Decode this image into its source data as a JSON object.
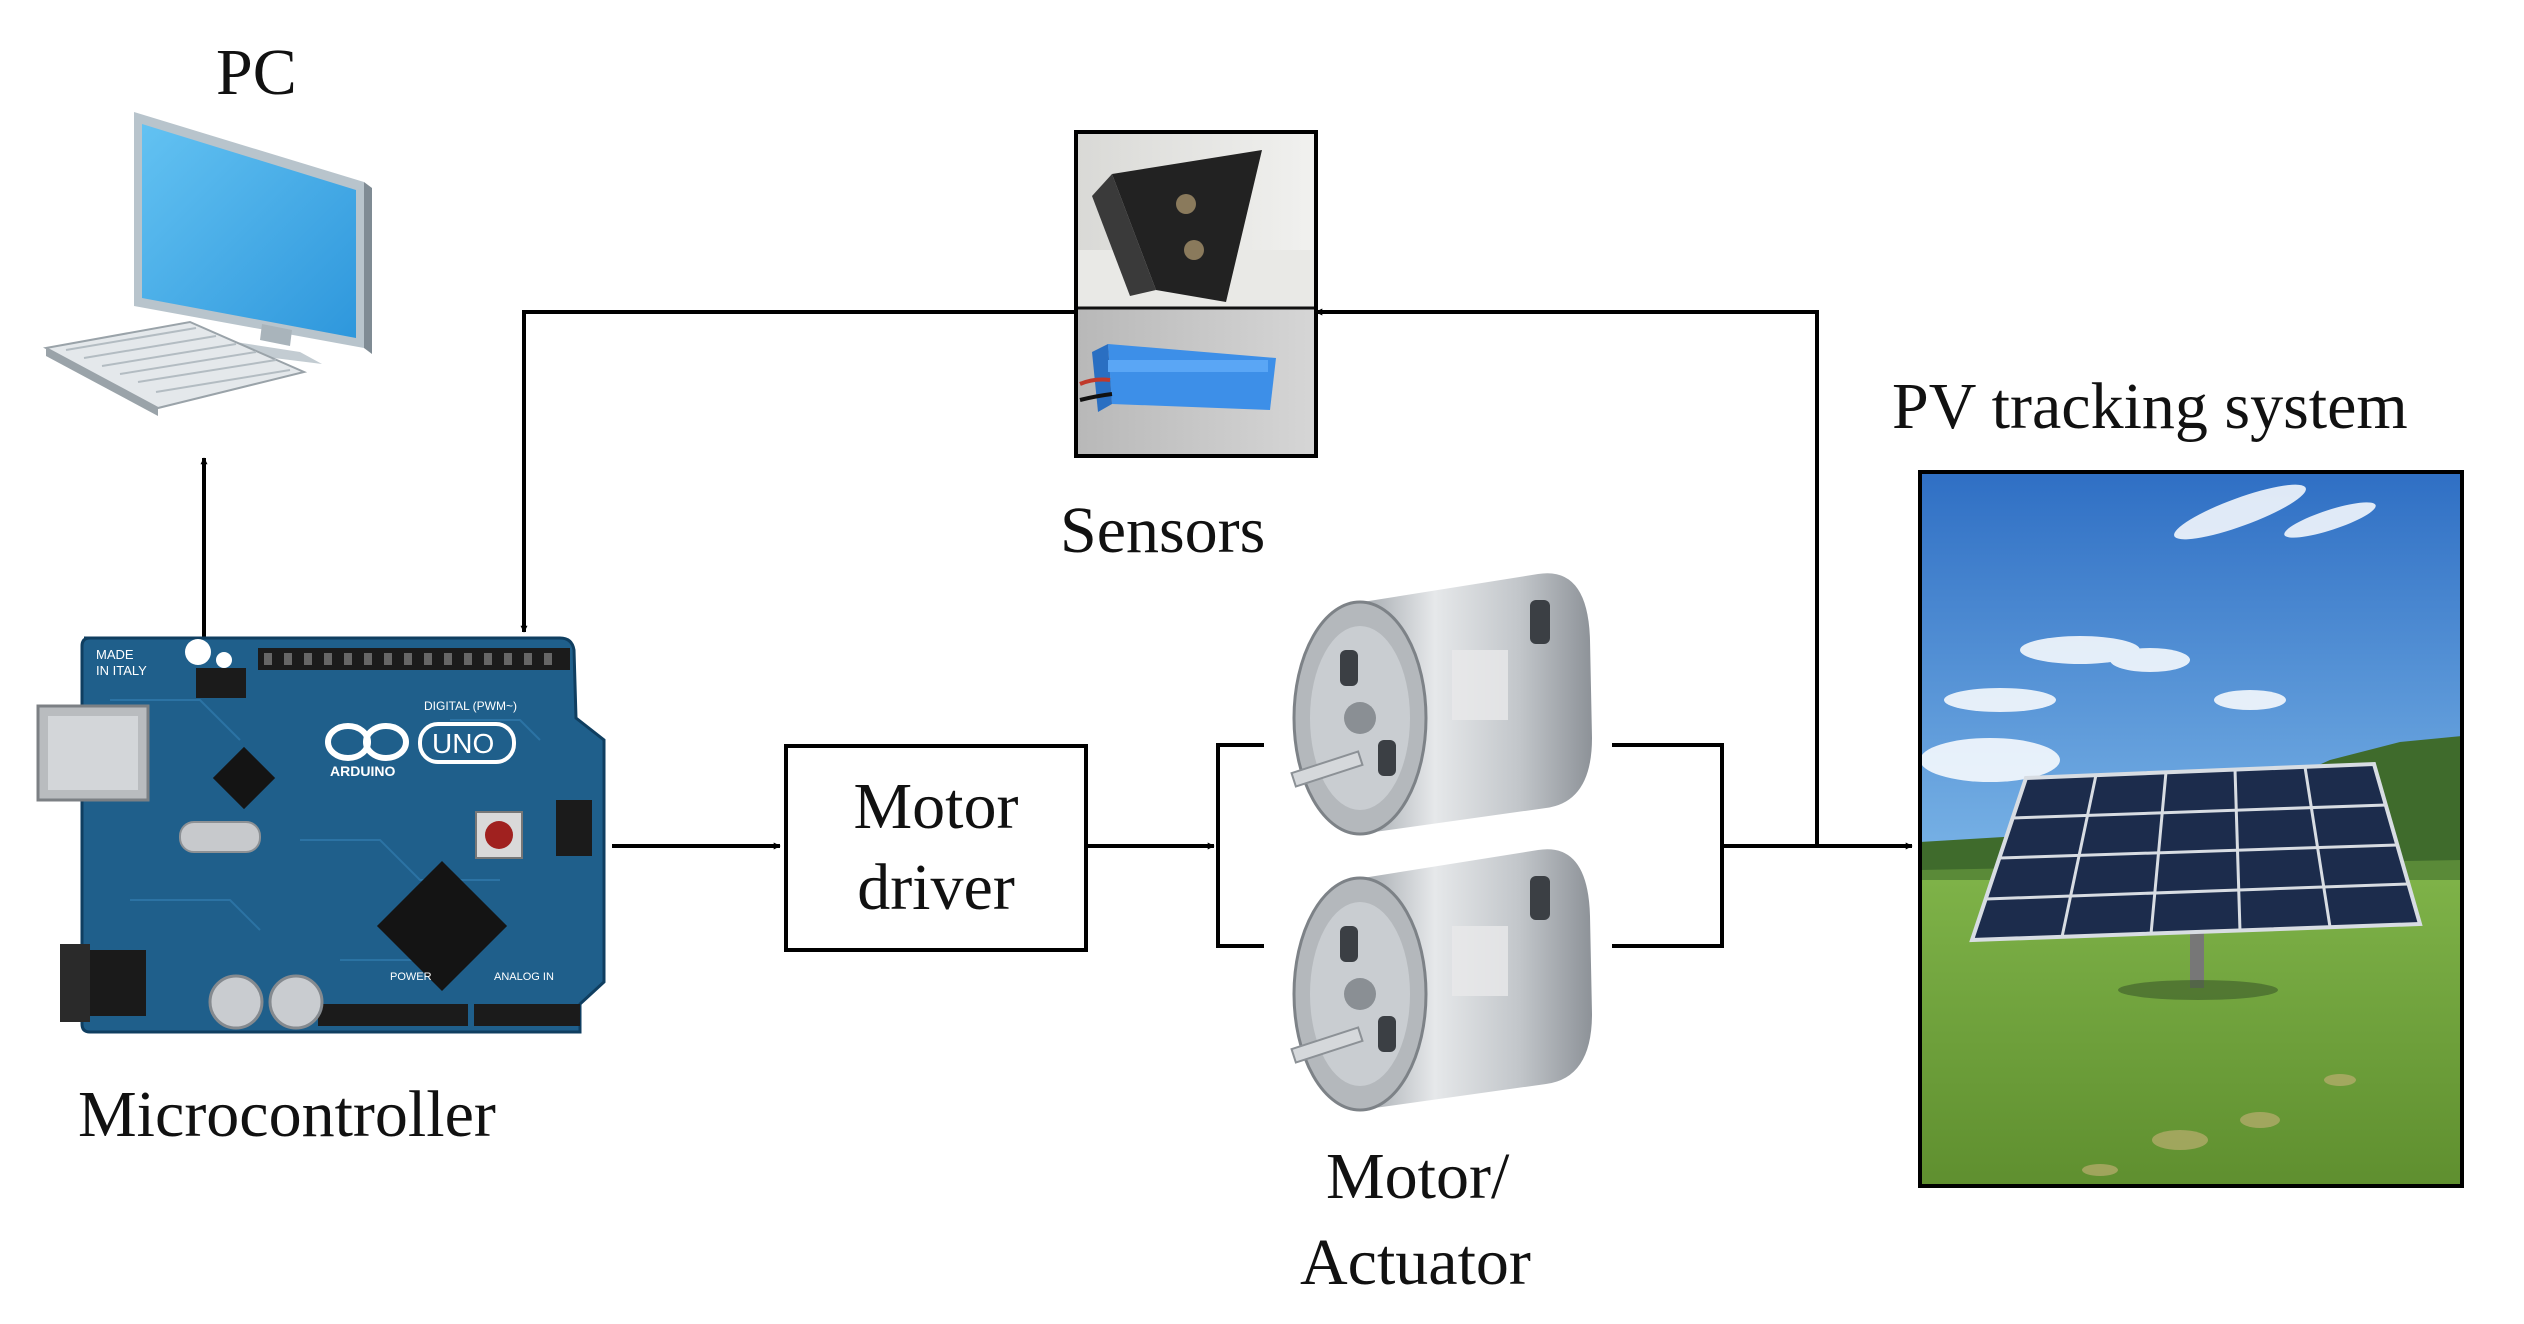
{
  "labels": {
    "pc": "PC",
    "sensors": "Sensors",
    "pv_tracking": "PV tracking system",
    "microcontroller": "Microcontroller",
    "motor_actuator_line1": "Motor/",
    "motor_actuator_line2": "Actuator"
  },
  "motor_driver": {
    "line1": "Motor",
    "line2": "driver"
  },
  "board": {
    "brand": "ARDUINO",
    "model": "UNO",
    "made_in_line1": "MADE",
    "made_in_line2": "IN ITALY",
    "digital_label": "DIGITAL (PWM~)",
    "analog_label": "ANALOG IN",
    "power_label": "POWER"
  },
  "colors": {
    "line": "#000000",
    "board": "#1f5f8b",
    "screen": "#4fb4ec",
    "sky": "#4a8fd8",
    "grass": "#6aa13a",
    "panel": "#1c2c4c",
    "motor_can": "#c9ccd0"
  },
  "icons": {
    "pc": "desktop-computer-icon",
    "board": "arduino-board-icon",
    "sensors": "light-sensor-photo",
    "motor": "dc-motor-icon",
    "pv": "solar-tracker-photo"
  }
}
